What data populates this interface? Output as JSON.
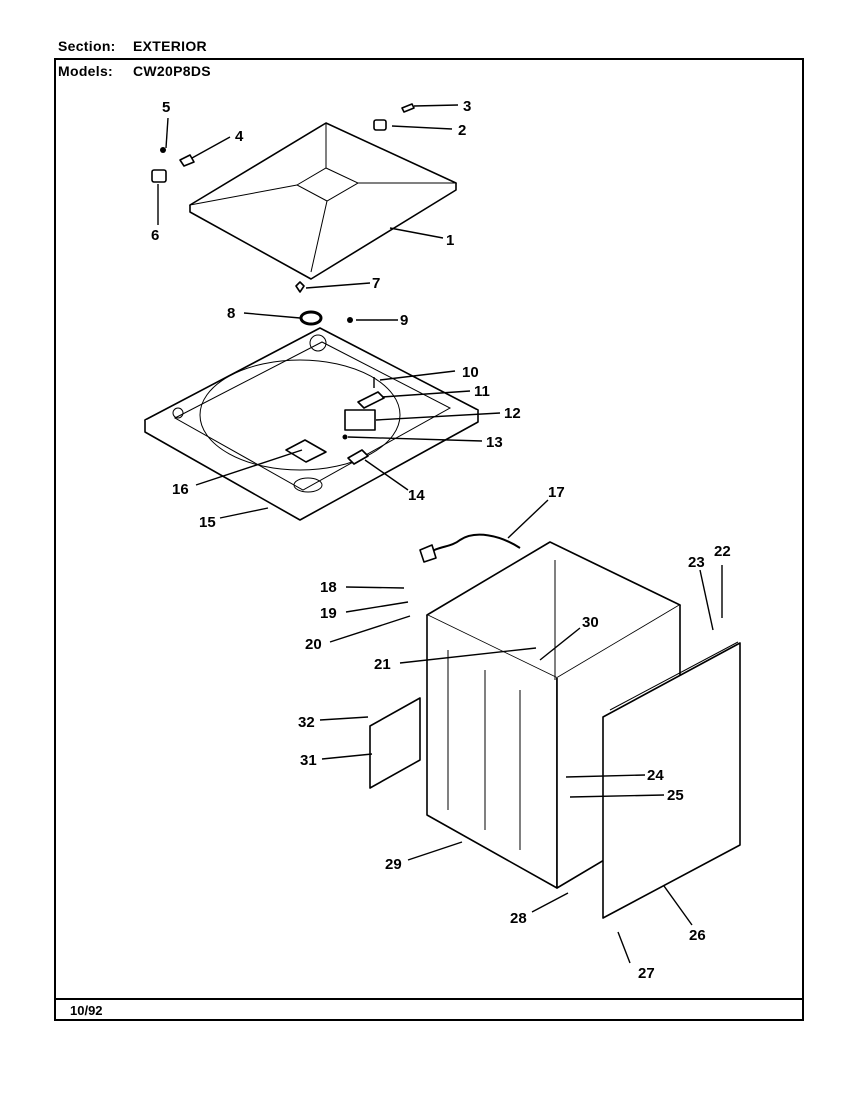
{
  "header": {
    "section_label": "Section:",
    "section_value": "EXTERIOR",
    "models_label": "Models:",
    "models_value": "CW20P8DS"
  },
  "footer": {
    "date": "10/92"
  },
  "callouts": [
    "1",
    "2",
    "3",
    "4",
    "5",
    "6",
    "7",
    "8",
    "9",
    "10",
    "11",
    "12",
    "13",
    "14",
    "15",
    "16",
    "17",
    "18",
    "19",
    "20",
    "21",
    "22",
    "23",
    "24",
    "25",
    "26",
    "27",
    "28",
    "29",
    "30",
    "31",
    "32"
  ]
}
